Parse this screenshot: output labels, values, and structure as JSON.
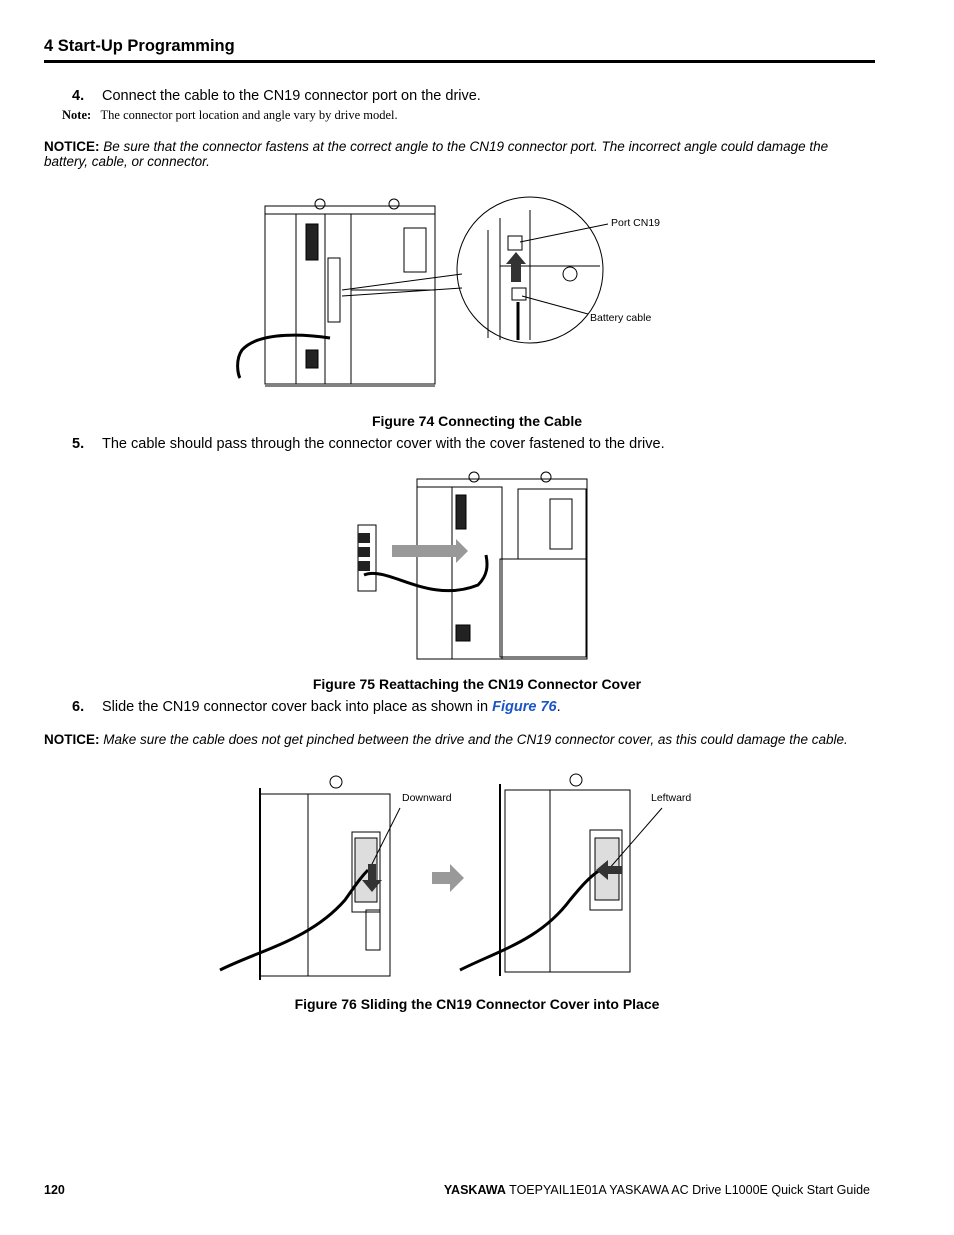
{
  "header": {
    "title": "4  Start-Up Programming"
  },
  "step4": {
    "number": "4.",
    "text": "Connect the cable to the CN19 connector port on the drive.",
    "note_label": "Note:",
    "note_text": "The connector port location and angle vary by drive model."
  },
  "notice1": {
    "label": "NOTICE:",
    "text": "Be sure that the connector fastens at the correct angle to the CN19 connector port. The incorrect angle could damage the battery, cable, or connector."
  },
  "figure74": {
    "caption": "Figure 74  Connecting the Cable",
    "callout_port": "Port CN19",
    "callout_battery": "Battery cable"
  },
  "step5": {
    "number": "5.",
    "text": "The cable should pass through the connector cover with the cover fastened to the drive."
  },
  "figure75": {
    "caption": "Figure 75  Reattaching the CN19 Connector Cover"
  },
  "step6": {
    "number": "6.",
    "text_before": "Slide the CN19 connector cover back into place as shown in ",
    "link": "Figure 76",
    "text_after": "."
  },
  "notice2": {
    "label": "NOTICE:",
    "text": "Make sure the cable does not get pinched between the drive and the CN19 connector cover, as this could damage the cable."
  },
  "figure76": {
    "caption": "Figure 76  Sliding the CN19 Connector Cover into Place",
    "callout_down": "Downward",
    "callout_left": "Leftward"
  },
  "footer": {
    "page": "120",
    "brand": "YASKAWA",
    "doc": " TOEPYAIL1E01A YASKAWA AC Drive L1000E Quick Start Guide"
  },
  "colors": {
    "link": "#1a55c8",
    "arrow": "#999999"
  }
}
